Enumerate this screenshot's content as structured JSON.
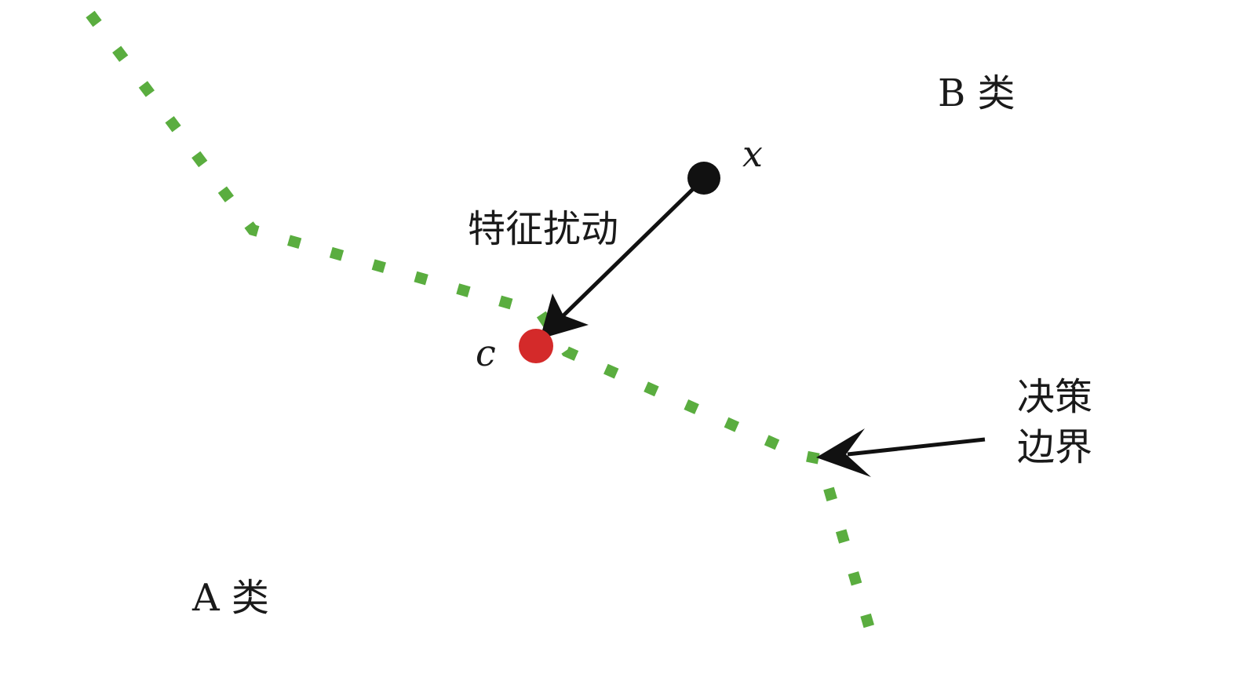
{
  "labels": {
    "class_a": "A 类",
    "class_b": "B 类",
    "point_x": "x",
    "point_c": "c",
    "perturbation": "特征扰动",
    "boundary_line1": "决策",
    "boundary_line2": "边界"
  },
  "colors": {
    "boundary": "#5aad3f",
    "point_x": "#111111",
    "point_c": "#d42a2a",
    "arrow": "#111111",
    "text": "#1a1a1a"
  }
}
